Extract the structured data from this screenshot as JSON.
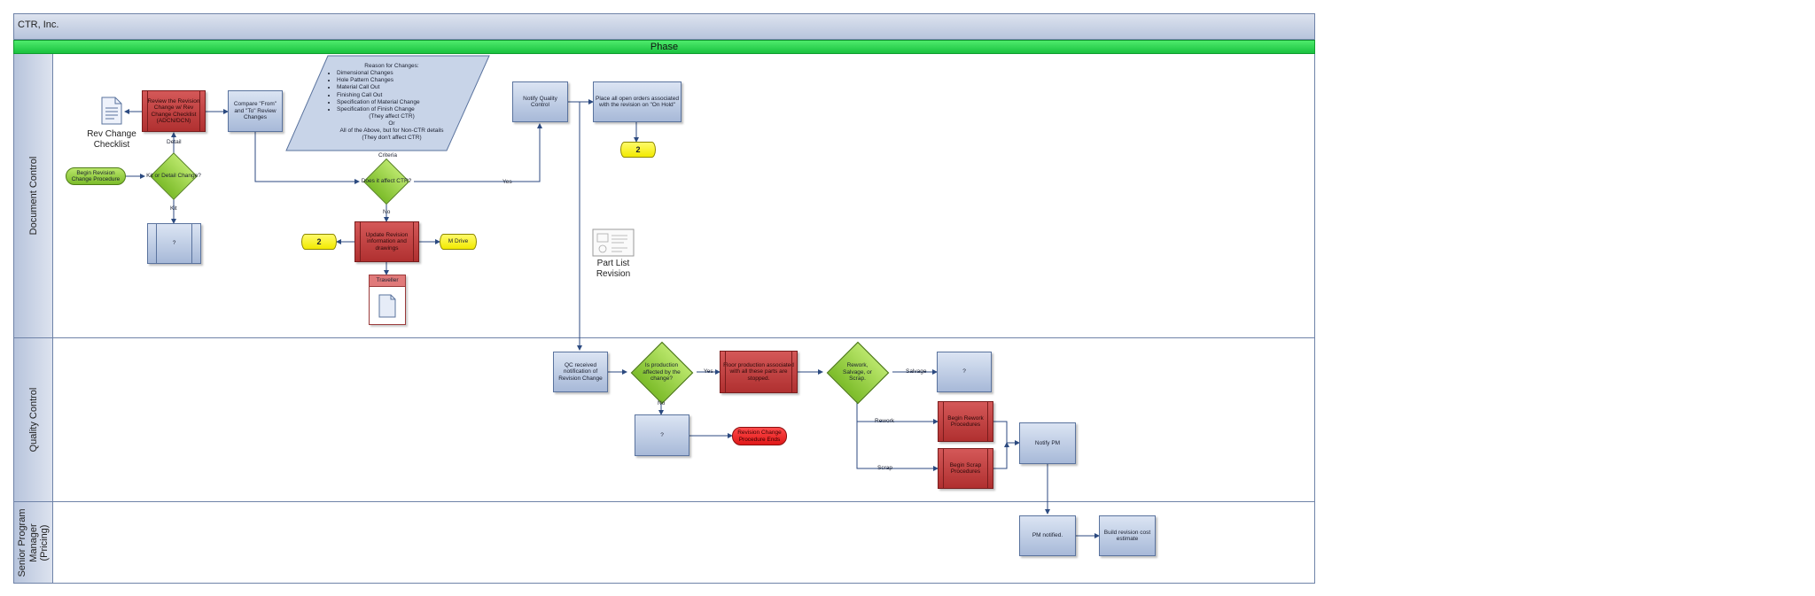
{
  "header": {
    "company": "CTR, Inc.",
    "phase": "Phase"
  },
  "lanes": {
    "document_control": "Document Control",
    "quality_control": "Quality Control",
    "senior_pm": "Senior Program Manager (Pricing)"
  },
  "nodes": {
    "begin_revision": "Begin Revision Change Procedure",
    "kit_or_detail": "Kit or Detail Change?",
    "review_change": "Review the Revision Change w/ Rev Change Checklist (ADCN/DCN)",
    "rev_change_checklist": "Rev Change Checklist",
    "compare_from_to": "Compare \"From\" and \"To\" Review Changes",
    "kit_subprocess": "?",
    "does_it_affect": "Does it affect CTR?",
    "update_revision": "Update Revision information and drawings",
    "m_drive": "M Drive",
    "traveller": "Traveller",
    "notify_qc": "Notify Quality Control",
    "place_on_hold": "Place all open orders associated with the revision on \"On Hold\"",
    "part_list_revision": "Part List Revision",
    "qc_received": "QC received notification of Revision Change",
    "is_production_affected": "Is production affected by the change?",
    "qc_question": "?",
    "revision_ends": "Revision Change Procedure Ends",
    "floor_production": "Floor production associated with all these parts are stopped.",
    "rework_salvage_scrap": "Rework, Salvage, or Scrap.",
    "salvage_question": "?",
    "begin_rework": "Begin Rework Procedures",
    "begin_scrap": "Begin Scrap Procedures",
    "notify_pm": "Notify PM",
    "pm_notified": "PM notified.",
    "build_estimate": "Build revision cost estimate"
  },
  "reasons": {
    "heading": "Reason for Changes:",
    "items": [
      "Dimensional Changes",
      "Hole Pattern Changes",
      "Material Call Out",
      "Finishing Call Out",
      "Specification of Material Change",
      "Specification of Finish Change"
    ],
    "line_affect": "(They affect CTR)",
    "line_or": "Or",
    "line_all": "All of the Above, but for Non-CTR details",
    "line_dont": "(They don't affect CTR)"
  },
  "edge_labels": {
    "detail": "Detail",
    "kit": "Kit",
    "criteria": "Criteria",
    "no_ctr": "No",
    "yes_ctr": "Yes",
    "yes_prod": "Yes",
    "no_prod": "No",
    "salvage": "Salvage",
    "rework": "Rework",
    "scrap": "Scrap"
  }
}
